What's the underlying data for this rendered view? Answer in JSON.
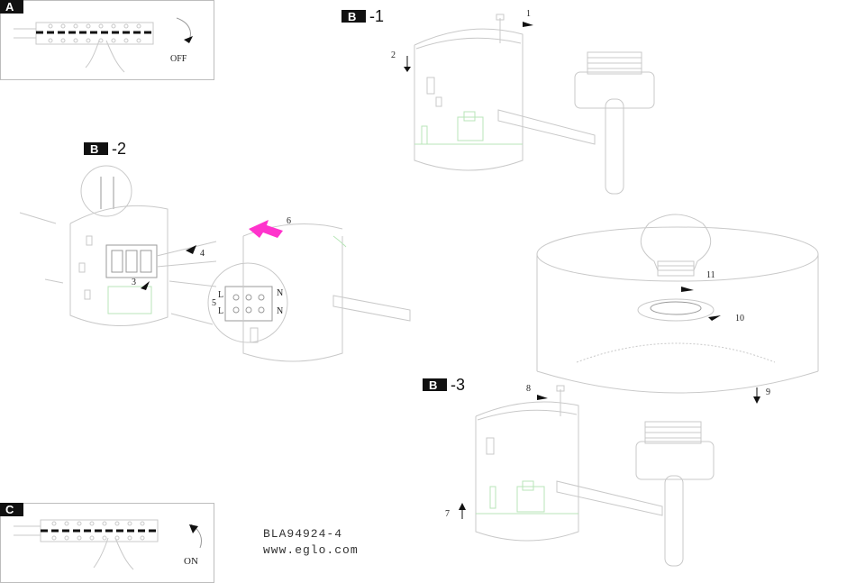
{
  "panels": {
    "a": {
      "tag": "A",
      "state_label": "OFF"
    },
    "c": {
      "tag": "C",
      "state_label": "ON"
    }
  },
  "steps": {
    "b1": {
      "tag": "B",
      "suffix": "-1"
    },
    "b2": {
      "tag": "B",
      "suffix": "-2"
    },
    "b3": {
      "tag": "B",
      "suffix": "-3"
    }
  },
  "callouts": {
    "n1": "1",
    "n2": "2",
    "n3": "3",
    "n4": "4",
    "n5": "5",
    "n6": "6",
    "n7": "7",
    "n8": "8",
    "n9": "9",
    "n10": "10",
    "n11": "11"
  },
  "terminal_labels": {
    "l_top": "L",
    "l_bottom": "L",
    "n_top": "N",
    "n_bottom": "N"
  },
  "footer": {
    "model": "BLA94924-4",
    "website": "www.eglo.com"
  },
  "colors": {
    "accent_arrow": "#ff33cc",
    "tag_fill": "#111111",
    "line": "#c9c9c9",
    "wire_green": "#b8e6b8"
  }
}
